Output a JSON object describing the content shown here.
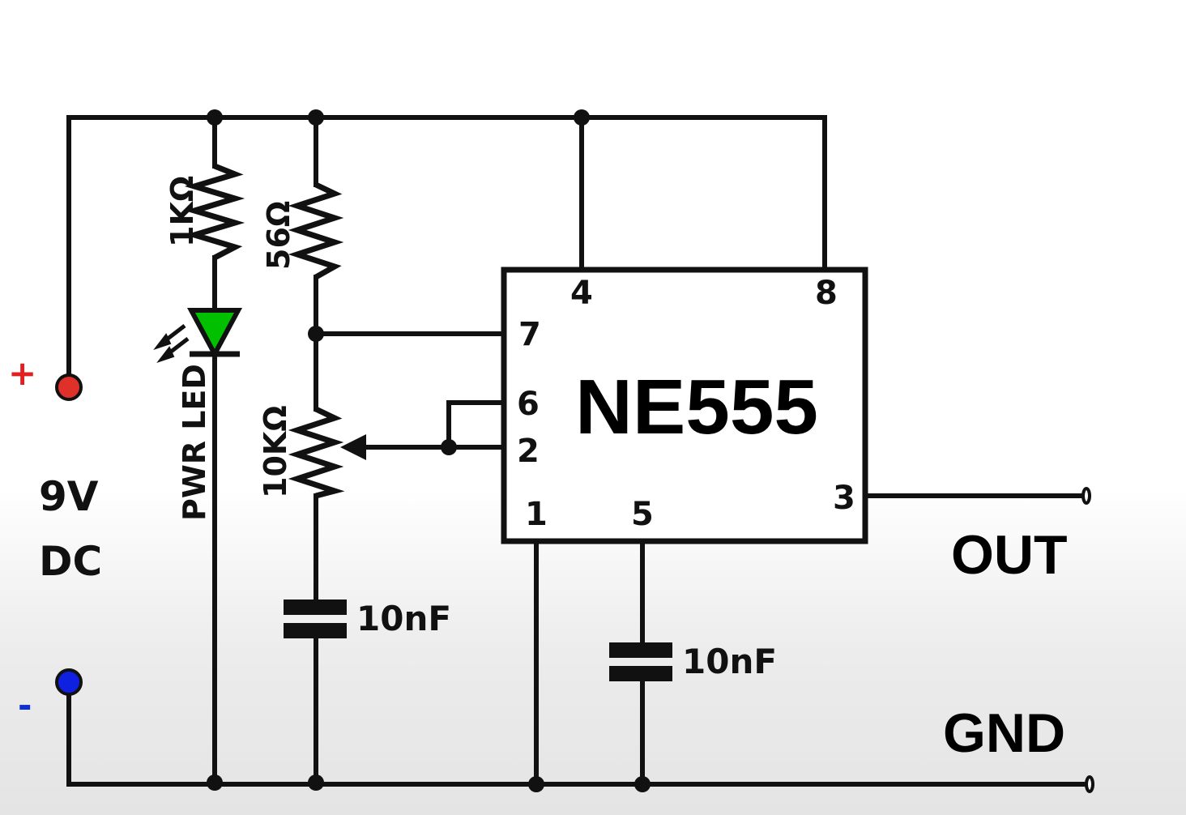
{
  "colors": {
    "wire": "#111111",
    "led_fill": "#00c000",
    "positive_terminal": "#e0302a",
    "negative_terminal": "#1020e0",
    "plus_sign": "#e02020",
    "minus_sign": "#1030d0"
  },
  "supply": {
    "plus": "+",
    "minus": "-",
    "voltage": "9V",
    "type": "DC"
  },
  "components": {
    "r_led": "1KΩ",
    "led": "PWR LED",
    "r1": "56Ω",
    "pot": "10KΩ",
    "c1": "10nF",
    "c2": "10nF"
  },
  "ic": {
    "name": "NE555",
    "pins": {
      "p4": "4",
      "p8": "8",
      "p7": "7",
      "p6": "6",
      "p2": "2",
      "p1": "1",
      "p5": "5",
      "p3": "3"
    }
  },
  "outputs": {
    "out": "OUT",
    "gnd": "GND"
  }
}
